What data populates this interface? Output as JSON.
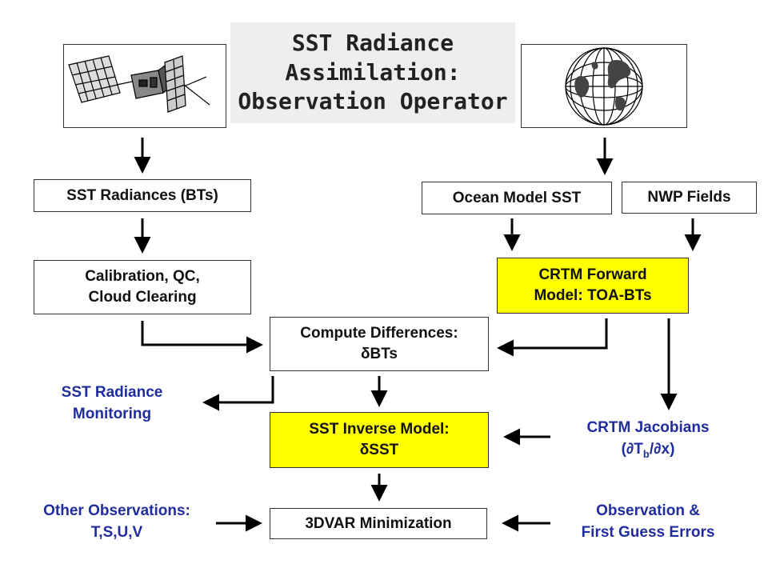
{
  "title": {
    "line1": "SST Radiance",
    "line2": "Assimilation:",
    "line3": "Observation Operator"
  },
  "icons": {
    "left": "satellite-icon",
    "right": "globe-icon"
  },
  "boxes": {
    "sst_radiances": "SST Radiances (BTs)",
    "calibration": {
      "line1": "Calibration, QC,",
      "line2": "Cloud Clearing"
    },
    "ocean_model": "Ocean Model SST",
    "nwp": "NWP Fields",
    "crtm_forward": {
      "line1": "CRTM Forward",
      "line2": "Model: TOA-BTs"
    },
    "compute_diff": {
      "line1": "Compute Differences:",
      "line2": "δBTs"
    },
    "sst_inverse": {
      "line1": "SST Inverse Model:",
      "line2": "δSST"
    },
    "threedvar": "3DVAR Minimization"
  },
  "labels": {
    "monitoring": {
      "line1": "SST Radiance",
      "line2": "Monitoring"
    },
    "jacobians": {
      "line1": "CRTM Jacobians",
      "open": "(∂T",
      "sub": "b",
      "close": "/∂x)"
    },
    "other_obs": {
      "line1": "Other Observations:",
      "line2": "T,S,U,V"
    },
    "errors": {
      "line1": "Observation &",
      "line2": "First Guess Errors"
    }
  },
  "colors": {
    "yellow_box": "#ffff00",
    "blue_text": "#1f2d9e",
    "title_bg": "#eeeeee"
  }
}
